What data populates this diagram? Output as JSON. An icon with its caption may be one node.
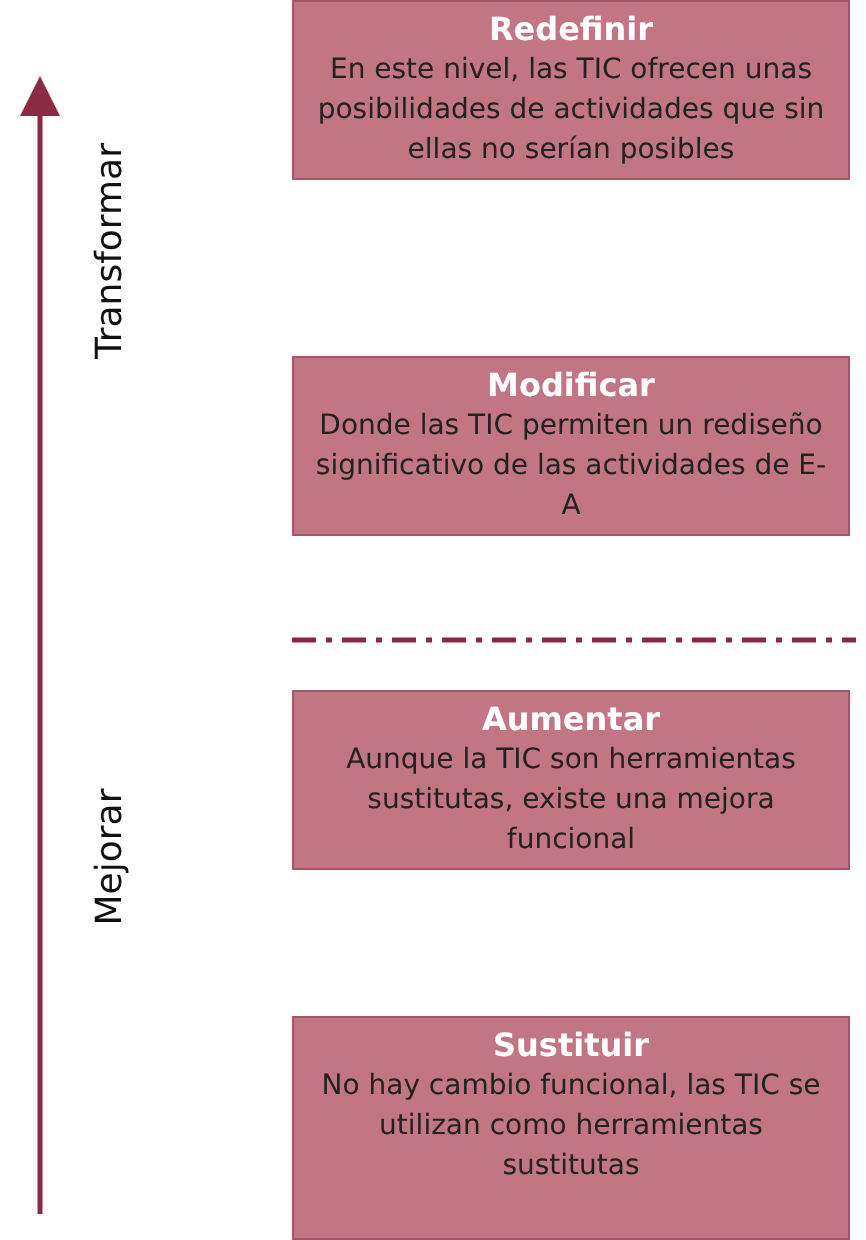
{
  "diagram": {
    "nodes": [
      {
        "text": [
          "Redefinir",
          "En este nivel, las TIC ofrecen unas posibilidades de actividades que sin ellas no serían posibles"
        ]
      },
      {
        "text": [
          "Modificar",
          "Donde las TIC permiten un rediseño significativo de las actividades de E-A"
        ]
      },
      {
        "text": [
          "Aumentar",
          "Aunque la TIC son herramientas sustitutas, existe una mejora funcional"
        ]
      },
      {
        "text": [
          "Sustituir",
          "No hay cambio funcional, las TIC se utilizan como herramientas sustitutas"
        ]
      }
    ],
    "labels": [
      "Transformar",
      "Mejorar"
    ]
  }
}
